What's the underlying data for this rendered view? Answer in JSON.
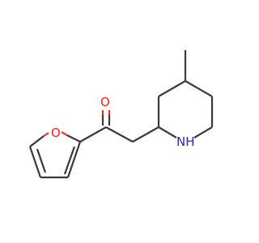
{
  "molecule": {
    "atoms": {
      "carbonyl_o": "O",
      "furan_o": "O",
      "nh": "NH"
    },
    "colors": {
      "bond": "#3a3a3a",
      "oxygen": "#ff1a1a",
      "nitrogen": "#2a2ab0"
    }
  }
}
